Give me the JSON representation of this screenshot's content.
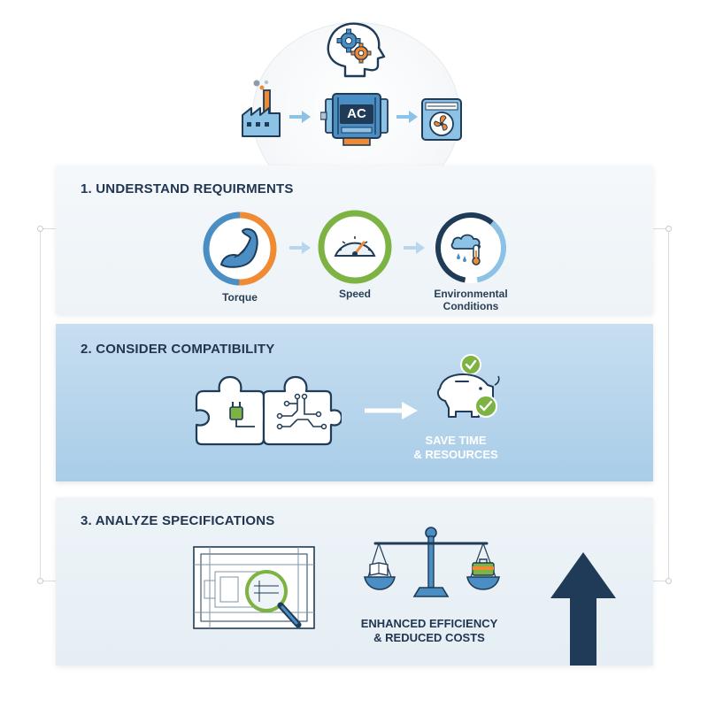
{
  "header": {
    "motor_label": "AC"
  },
  "steps": [
    {
      "title": "1. UNDERSTAND REQUIRMENTS",
      "items": [
        {
          "label": "Torque",
          "icon": "flexed-arm-icon"
        },
        {
          "label": "Speed",
          "icon": "speedometer-icon"
        },
        {
          "label": "Environmental\nConditions",
          "icon": "weather-thermometer-icon"
        }
      ]
    },
    {
      "title": "2. CONSIDER COMPATIBILITY",
      "result": "SAVE TIME\n& RESOURCES"
    },
    {
      "title": "3. ANALYZE SPECIFICATIONS",
      "result": "ENHANCED EFFICIENCY\n& REDUCED COSTS"
    }
  ],
  "colors": {
    "navy": "#1f3b57",
    "blue": "#4a8ec4",
    "light_blue": "#8cc2e6",
    "orange": "#f08a33",
    "green": "#7cb342",
    "panel_blue": "#a9cde8"
  }
}
